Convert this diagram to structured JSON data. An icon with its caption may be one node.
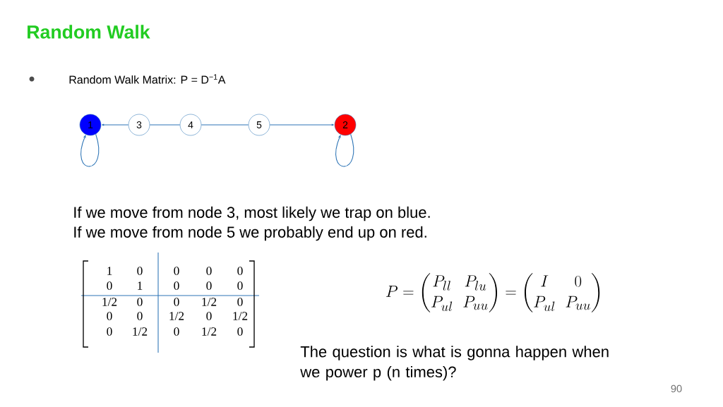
{
  "diagram": {
    "title": "Random Walk",
    "nodes": [
      {
        "text": [
          "1"
        ]
      },
      {
        "text": [
          "3"
        ]
      },
      {
        "text": [
          "4"
        ]
      },
      {
        "text": [
          "5"
        ]
      },
      {
        "text": [
          "2"
        ]
      }
    ],
    "edges": [
      {
        "from": 1,
        "to": 0,
        "arrow": "to"
      },
      {
        "from": 1,
        "to": 2,
        "arrow": "none"
      },
      {
        "from": 2,
        "to": 3,
        "arrow": "none"
      },
      {
        "from": 3,
        "to": 4,
        "arrow": "to"
      },
      {
        "from": 0,
        "to": 0,
        "arrow": "to"
      },
      {
        "from": 4,
        "to": 4,
        "arrow": "to"
      }
    ],
    "labels": [
      "Random Walk Matrix: P = D$^{−1}$A",
      "If we move from node 3, most likely we trap on blue.",
      "If we move from node 5 we probably end up on red.",
      "1",
      "0",
      "0",
      "0",
      "0",
      "0",
      "1",
      "0",
      "0",
      "0",
      "1/2",
      "0",
      "0",
      "1/2",
      "0",
      "0",
      "0",
      "1/2",
      "0",
      "1/2",
      "0",
      "1/2",
      "0",
      "1/2",
      "0",
      "P = \\begin{pmatrix} P_{ll} & P_{lu} \\\\ P_{ul} & P_{uu} \\end{pmatrix} = \\begin{pmatrix} I & 0 \\\\ P_{ul} & P_{uu} \\end{pmatrix}",
      "The question is what is gonna happen when we power p (n times)?",
      "90"
    ]
  }
}
